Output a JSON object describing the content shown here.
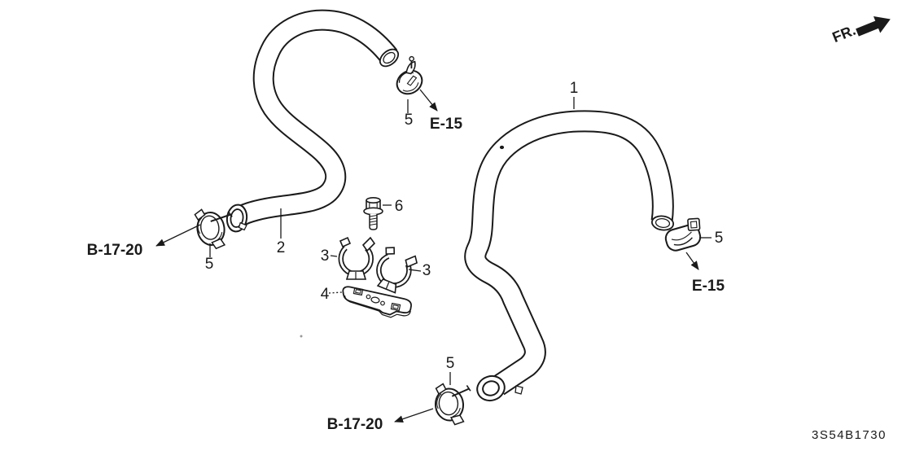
{
  "diagram": {
    "code": "3S54B1730",
    "direction_indicator": "FR.",
    "callouts": {
      "hose_1": "1",
      "hose_2": "2",
      "clip_left": "3",
      "clip_right": "3",
      "bracket": "4",
      "clamp_top": "5",
      "clamp_left": "5",
      "clamp_right": "5",
      "clamp_bottom": "5",
      "bolt": "6"
    },
    "references": {
      "e15_top": "E-15",
      "e15_right": "E-15",
      "b17_20_left": "B-17-20",
      "b17_20_bottom": "B-17-20"
    },
    "colors": {
      "line": "#1a1a1a",
      "background": "#ffffff"
    }
  }
}
